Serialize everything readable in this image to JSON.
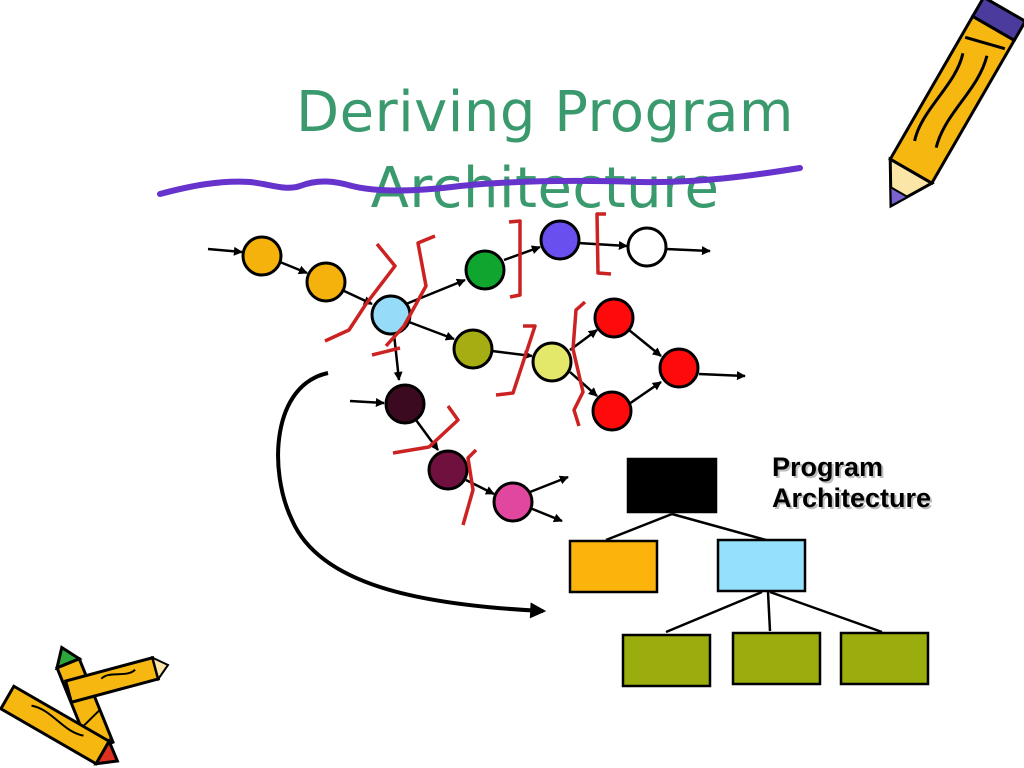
{
  "slide": {
    "title_line1": "Deriving Program",
    "title_line2": "Architecture",
    "hierarchy_label_line1": "Program",
    "hierarchy_label_line2": "Architecture"
  },
  "colors": {
    "title": "#3a9a6e",
    "underline": "#6633cc",
    "bracket": "#cc2222",
    "arrow": "#000000",
    "node_orange": "#f6b20c",
    "node_lightblue": "#96dcf8",
    "node_green": "#0fa52f",
    "node_purple": "#6a4ff0",
    "node_white": "#ffffff",
    "node_olive": "#a6ad12",
    "node_yellow": "#e4e86a",
    "node_red": "#ff0a0a",
    "node_darkmaroon": "#3c0a20",
    "node_maroon": "#70103e",
    "node_pink": "#e2479f",
    "box_root": "#000000",
    "box_orange": "#fcb40c",
    "box_lightblue": "#95e0fc",
    "box_olive": "#9aad0c"
  },
  "icons": [
    "pencil-icon",
    "crayon-icon"
  ]
}
